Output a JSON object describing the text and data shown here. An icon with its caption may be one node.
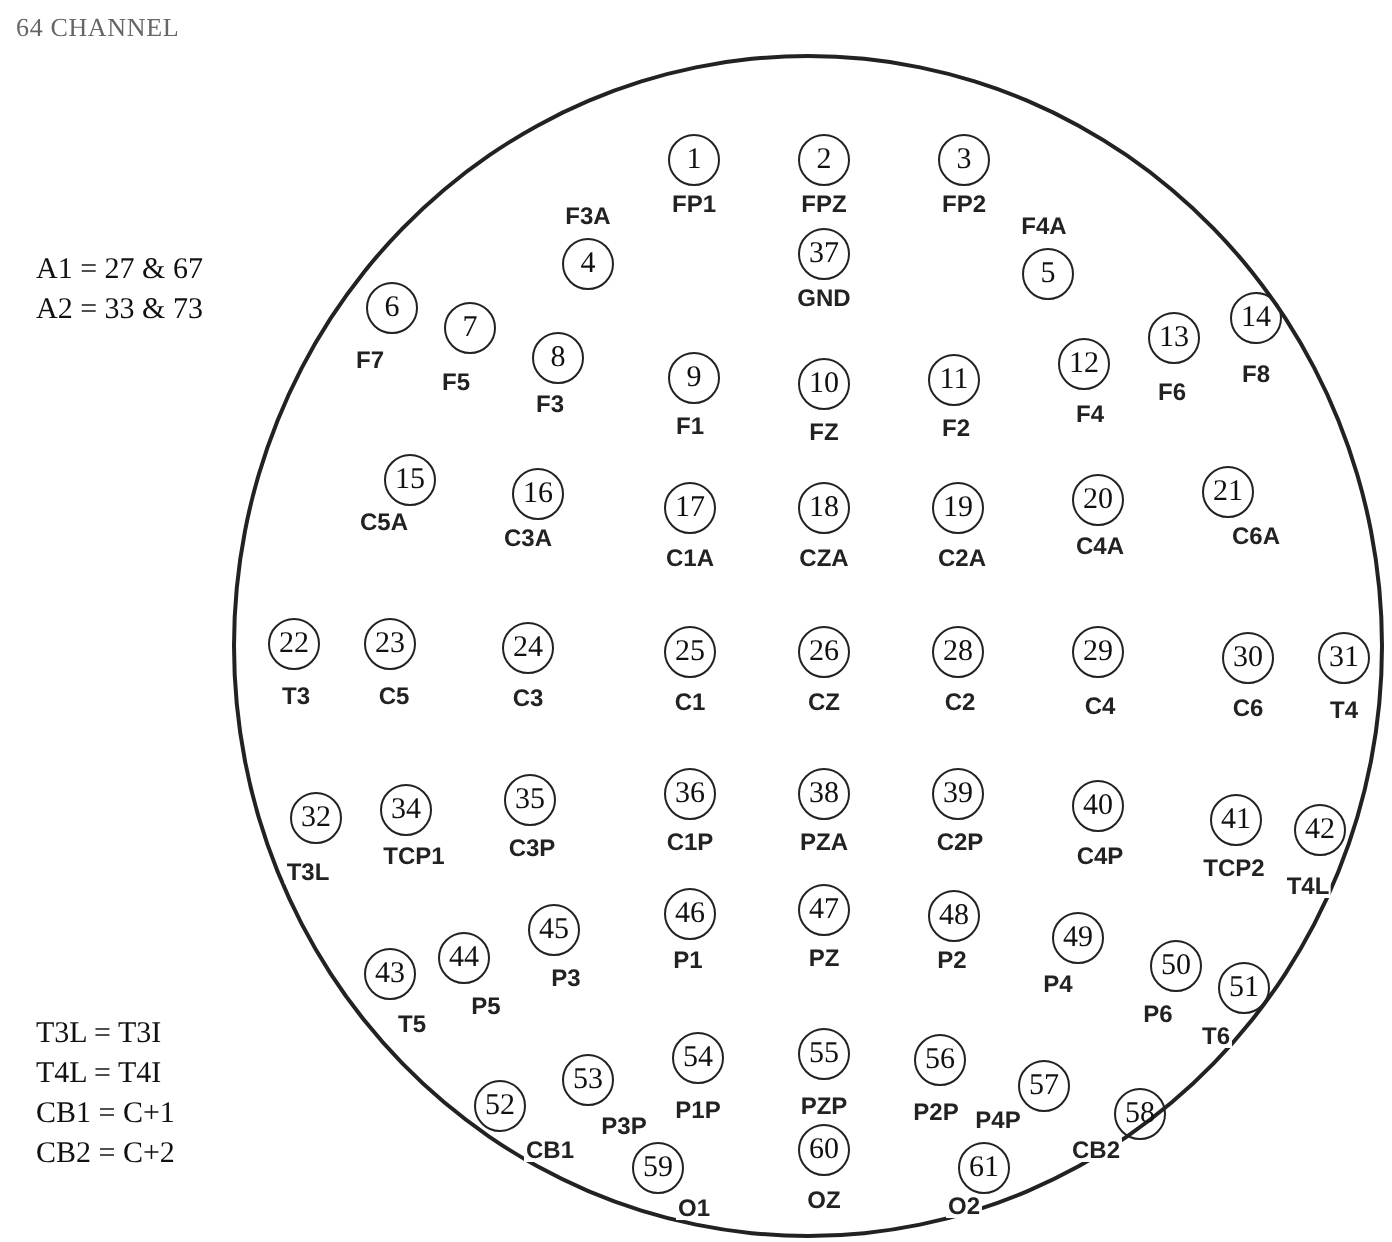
{
  "diagram": {
    "title": "64 CHANNEL",
    "nodes": [
      {
        "text": [],
        "shape": "circle"
      },
      {
        "text": [
          "1"
        ],
        "beside": [
          "FP1"
        ],
        "in": 0
      },
      {
        "text": [
          "2"
        ],
        "beside": [
          "FPZ"
        ],
        "in": 0
      },
      {
        "text": [
          "3"
        ],
        "beside": [
          "FP2"
        ],
        "in": 0
      },
      {
        "text": [
          "4"
        ],
        "beside": [
          "F3A"
        ],
        "in": 0
      },
      {
        "text": [
          "37"
        ],
        "beside": [
          "GND"
        ],
        "in": 0
      },
      {
        "text": [
          "5"
        ],
        "beside": [
          "F4A"
        ],
        "in": 0
      },
      {
        "text": [
          "6"
        ],
        "beside": [
          "F7"
        ],
        "in": 0
      },
      {
        "text": [
          "7"
        ],
        "beside": [
          "F5"
        ],
        "in": 0
      },
      {
        "text": [
          "8"
        ],
        "beside": [
          "F3"
        ],
        "in": 0
      },
      {
        "text": [
          "9"
        ],
        "beside": [
          "F1"
        ],
        "in": 0
      },
      {
        "text": [
          "10"
        ],
        "beside": [
          "FZ"
        ],
        "in": 0
      },
      {
        "text": [
          "11"
        ],
        "beside": [
          "F2"
        ],
        "in": 0
      },
      {
        "text": [
          "12"
        ],
        "beside": [
          "F4"
        ],
        "in": 0
      },
      {
        "text": [
          "13"
        ],
        "beside": [
          "F6"
        ],
        "in": 0
      },
      {
        "text": [
          "14"
        ],
        "beside": [
          "F8"
        ],
        "in": 0
      },
      {
        "text": [
          "15"
        ],
        "beside": [
          "C5A"
        ],
        "in": 0
      },
      {
        "text": [
          "16"
        ],
        "beside": [
          "C3A"
        ],
        "in": 0
      },
      {
        "text": [
          "17"
        ],
        "beside": [
          "C1A"
        ],
        "in": 0
      },
      {
        "text": [
          "18"
        ],
        "beside": [
          "CZA"
        ],
        "in": 0
      },
      {
        "text": [
          "19"
        ],
        "beside": [
          "C2A"
        ],
        "in": 0
      },
      {
        "text": [
          "20"
        ],
        "beside": [
          "C4A"
        ],
        "in": 0
      },
      {
        "text": [
          "21"
        ],
        "beside": [
          "C6A"
        ],
        "in": 0
      },
      {
        "text": [
          "22"
        ],
        "beside": [
          "T3"
        ],
        "in": 0
      },
      {
        "text": [
          "23"
        ],
        "beside": [
          "C5"
        ],
        "in": 0
      },
      {
        "text": [
          "24"
        ],
        "beside": [
          "C3"
        ],
        "in": 0
      },
      {
        "text": [
          "25"
        ],
        "beside": [
          "C1"
        ],
        "in": 0
      },
      {
        "text": [
          "26"
        ],
        "beside": [
          "CZ"
        ],
        "in": 0
      },
      {
        "text": [
          "28"
        ],
        "beside": [
          "C2"
        ],
        "in": 0
      },
      {
        "text": [
          "29"
        ],
        "beside": [
          "C4"
        ],
        "in": 0
      },
      {
        "text": [
          "30"
        ],
        "beside": [
          "C6"
        ],
        "in": 0
      },
      {
        "text": [
          "31"
        ],
        "beside": [
          "T4"
        ],
        "in": 0
      },
      {
        "text": [
          "32"
        ],
        "beside": [
          "T3L"
        ],
        "in": 0
      },
      {
        "text": [
          "34"
        ],
        "beside": [
          "TCP1"
        ],
        "in": 0
      },
      {
        "text": [
          "35"
        ],
        "beside": [
          "C3P"
        ],
        "in": 0
      },
      {
        "text": [
          "36"
        ],
        "beside": [
          "C1P"
        ],
        "in": 0
      },
      {
        "text": [
          "38"
        ],
        "beside": [
          "PZA"
        ],
        "in": 0
      },
      {
        "text": [
          "39"
        ],
        "beside": [
          "C2P"
        ],
        "in": 0
      },
      {
        "text": [
          "40"
        ],
        "beside": [
          "C4P"
        ],
        "in": 0
      },
      {
        "text": [
          "41"
        ],
        "beside": [
          "TCP2"
        ],
        "in": 0
      },
      {
        "text": [
          "42"
        ],
        "beside": [
          "T4L"
        ],
        "in": 0
      },
      {
        "text": [
          "43"
        ],
        "beside": [
          "T5"
        ],
        "in": 0
      },
      {
        "text": [
          "44"
        ],
        "beside": [
          "P5"
        ],
        "in": 0
      },
      {
        "text": [
          "45"
        ],
        "beside": [
          "P3"
        ],
        "in": 0
      },
      {
        "text": [
          "46"
        ],
        "beside": [
          "P1"
        ],
        "in": 0
      },
      {
        "text": [
          "47"
        ],
        "beside": [
          "PZ"
        ],
        "in": 0
      },
      {
        "text": [
          "48"
        ],
        "beside": [
          "P2"
        ],
        "in": 0
      },
      {
        "text": [
          "49"
        ],
        "beside": [
          "P4"
        ],
        "in": 0
      },
      {
        "text": [
          "50"
        ],
        "beside": [
          "P6"
        ],
        "in": 0
      },
      {
        "text": [
          "51"
        ],
        "beside": [
          "T6"
        ],
        "in": 0
      },
      {
        "text": [
          "52"
        ],
        "beside": [
          "CB1"
        ],
        "in": 0
      },
      {
        "text": [
          "53"
        ],
        "beside": [
          "P3P"
        ],
        "in": 0
      },
      {
        "text": [
          "54"
        ],
        "beside": [
          "P1P"
        ],
        "in": 0
      },
      {
        "text": [
          "55"
        ],
        "beside": [
          "PZP"
        ],
        "in": 0
      },
      {
        "text": [
          "56"
        ],
        "beside": [
          "P2P"
        ],
        "in": 0
      },
      {
        "text": [
          "57"
        ],
        "beside": [
          "P4P"
        ],
        "in": 0
      },
      {
        "text": [
          "58"
        ],
        "beside": [
          "CB2"
        ],
        "in": 0
      },
      {
        "text": [
          "59"
        ],
        "beside": [
          "O1"
        ],
        "in": 0
      },
      {
        "text": [
          "60"
        ],
        "beside": [
          "OZ"
        ],
        "in": 0
      },
      {
        "text": [
          "61"
        ],
        "beside": [
          "O2"
        ],
        "in": 0
      }
    ],
    "labels": [
      "A1 = 27 & 67",
      "A2 = 33 & 73",
      "T3L = T3I",
      "T4L = T4I",
      "CB1 = C+1",
      "CB2 = C+2"
    ]
  }
}
